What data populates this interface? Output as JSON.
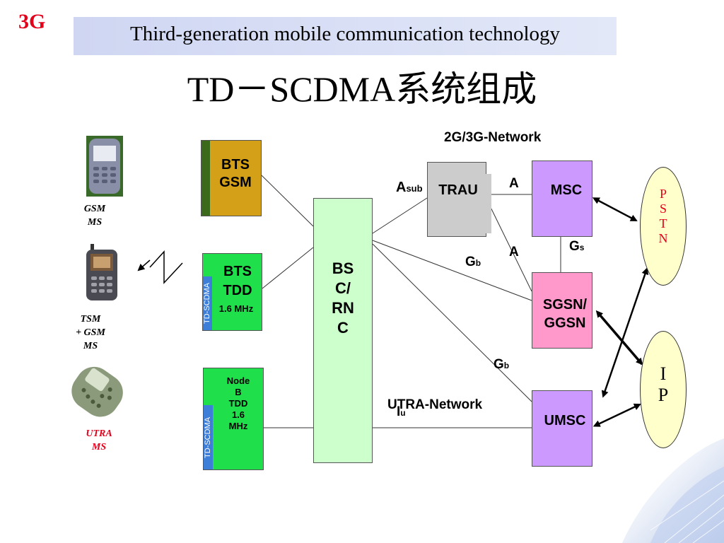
{
  "header": {
    "logo": "3G",
    "subtitle": "Third-generation mobile communication technology",
    "title": "TD－SCDMA系统组成"
  },
  "terminals": {
    "gsm_ms": [
      "GSM",
      "MS"
    ],
    "tsm_ms": [
      "TSM",
      "+ GSM",
      "MS"
    ],
    "utra_ms": [
      "UTRA",
      "MS"
    ]
  },
  "base_stations": {
    "bts_gsm": [
      "BTS",
      "GSM"
    ],
    "bts_tdd": [
      "BTS",
      "TDD",
      "1.6 MHz"
    ],
    "bts_tdd_tag": "TD-SCDMA",
    "node_b": [
      "Node",
      "B",
      "TDD",
      "1.6",
      "MHz"
    ],
    "node_b_tag": "TD-SCDMA"
  },
  "core": {
    "bsc": [
      "BS",
      "C/",
      "RN",
      "C"
    ],
    "trau": "TRAU",
    "msc": "MSC",
    "sgsn": [
      "SGSN/",
      "GGSN"
    ],
    "umsc": "UMSC",
    "pstn": [
      "P",
      "S",
      "T",
      "N"
    ],
    "ip": [
      "I",
      "P"
    ]
  },
  "interfaces": {
    "network_2g3g": "2G/3G-Network",
    "a_sub_main": "A",
    "a_sub_sub": "sub",
    "a_top": "A",
    "a_mid": "A",
    "gs_main": "G",
    "gs_sub": "s",
    "gb_upper_main": "G",
    "gb_upper_sub": "b",
    "gb_lower_main": "G",
    "gb_lower_sub": "b",
    "iu_main": "I",
    "iu_sub": "u",
    "utra_network": "UTRA-Network"
  },
  "colors": {
    "logo": "#e3001b",
    "header_band": "#d5dbf4",
    "bts_gsm": "#d4a017",
    "bts_gsm_strip": "#3b6b1a",
    "green_node": "#1fe04a",
    "td_tag": "#3d7fd8",
    "bsc": "#ccffcc",
    "trau": "#cccccc",
    "msc": "#cc99ff",
    "sgsn": "#ff99cc",
    "pstn_ip": "#ffffcc",
    "utra_label": "#e3001b"
  }
}
